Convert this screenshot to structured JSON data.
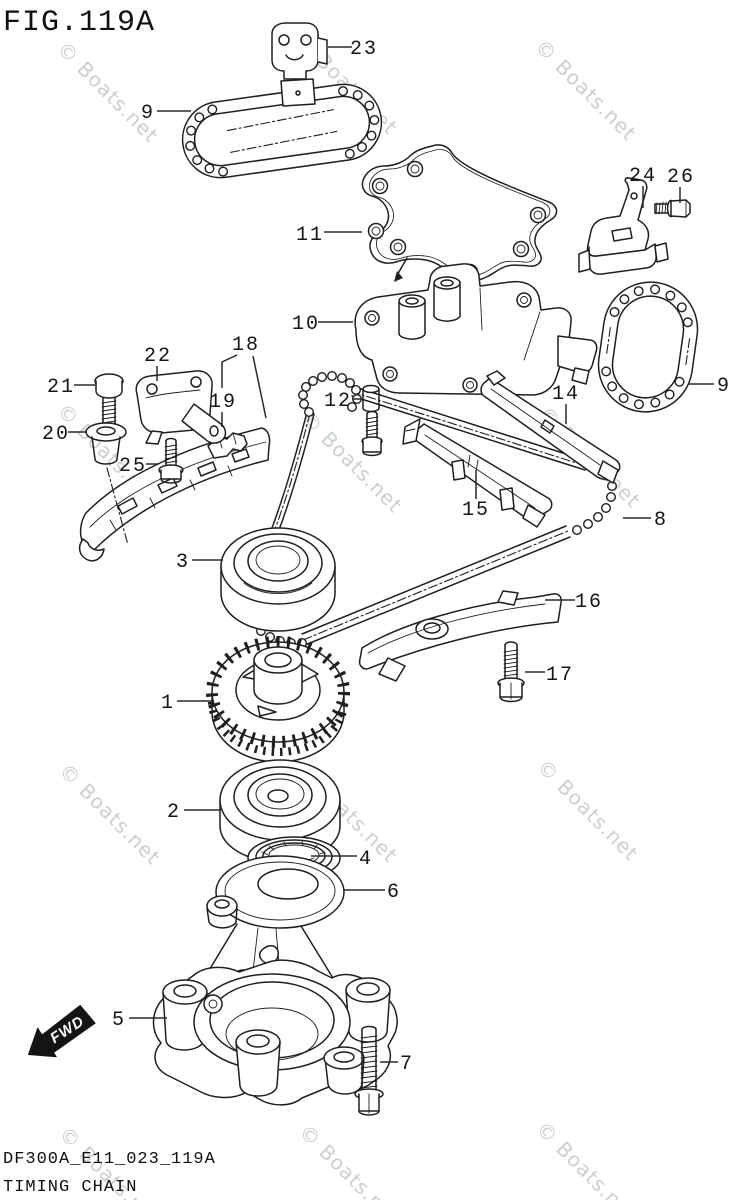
{
  "figure": {
    "title": "FIG.119A"
  },
  "footer": {
    "code": "DF300A_E11_023_119A",
    "caption": "TIMING CHAIN"
  },
  "watermark": {
    "text": "© Boats.net"
  },
  "fwd": {
    "label": "FWD"
  },
  "colors": {
    "ink": "#1f1f1f",
    "watermark": "#bcc2c6",
    "background": "#ffffff"
  },
  "callouts": [
    {
      "text": "1"
    },
    {
      "text": "2"
    },
    {
      "text": "3"
    },
    {
      "text": "4"
    },
    {
      "text": "5"
    },
    {
      "text": "6"
    },
    {
      "text": "7"
    },
    {
      "text": "8"
    },
    {
      "text": "9"
    },
    {
      "text": "9"
    },
    {
      "text": "10"
    },
    {
      "text": "11"
    },
    {
      "text": "12"
    },
    {
      "text": "14"
    },
    {
      "text": "15"
    },
    {
      "text": "16"
    },
    {
      "text": "17"
    },
    {
      "text": "18"
    },
    {
      "text": "19"
    },
    {
      "text": "20"
    },
    {
      "text": "21"
    },
    {
      "text": "22"
    },
    {
      "text": "23"
    },
    {
      "text": "24"
    },
    {
      "text": "25"
    },
    {
      "text": "26"
    }
  ]
}
